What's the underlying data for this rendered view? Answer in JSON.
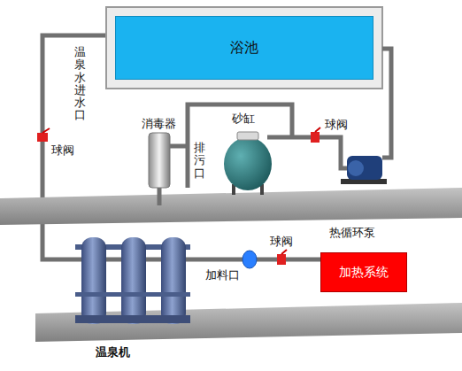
{
  "diagram": {
    "nodes": [
      {
        "text": [
          "浴池"
        ]
      },
      {
        "text": [
          "加热系统"
        ]
      }
    ],
    "edges": [
      {
        "from": 1,
        "to": 0,
        "arrow": "none"
      }
    ],
    "labels": [
      "温泉水进水口",
      "球阀",
      "消毒器",
      "排污口",
      "砂缸",
      "球阀",
      "热循环泵",
      "加料口",
      "球阀",
      "温泉机"
    ]
  }
}
